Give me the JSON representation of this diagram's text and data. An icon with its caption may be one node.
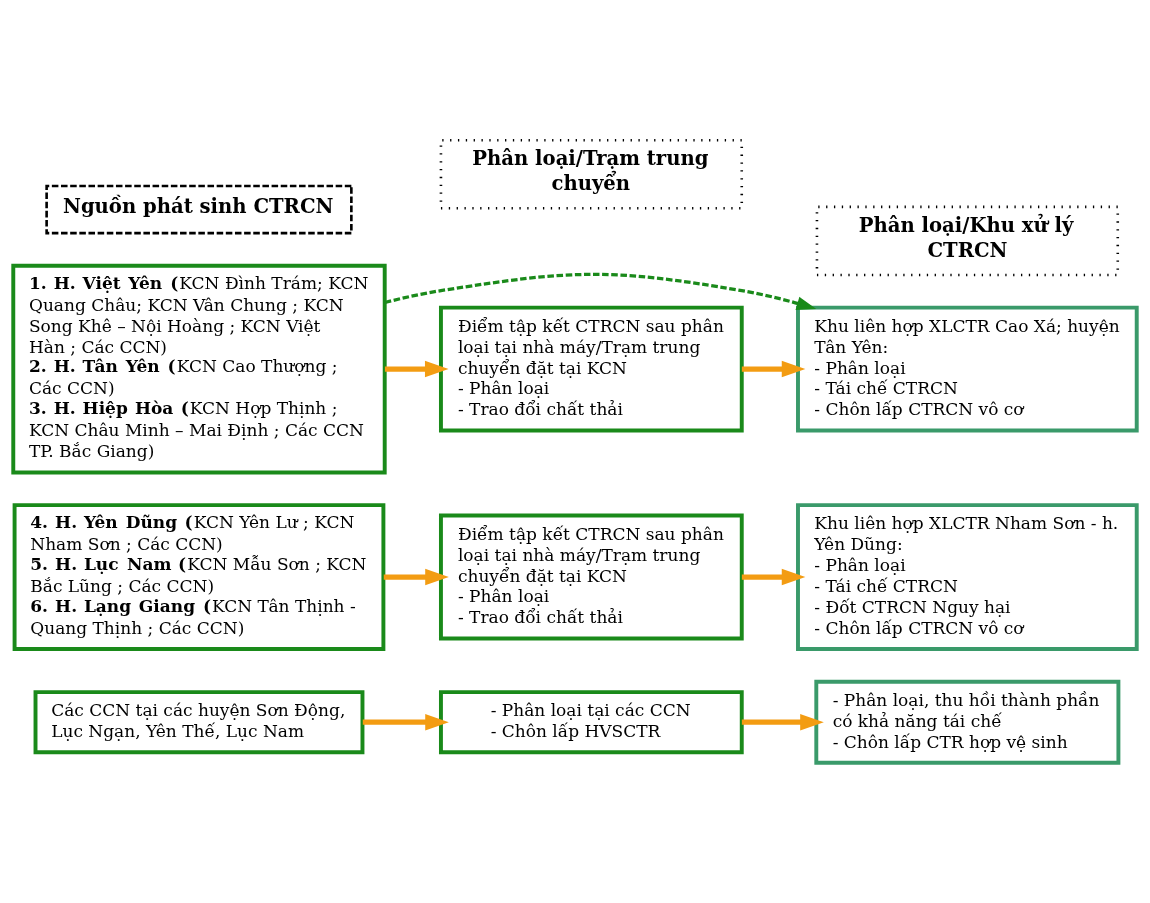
{
  "diagram": {
    "nodes": [
      {
        "text": [
          "Nguồn phát sinh CTRCN"
        ]
      },
      {
        "text": [
          "Phân loại/Trạm trung chuyển"
        ]
      },
      {
        "text": [
          "Phân loại/Khu xử lý CTRCN"
        ]
      },
      {
        "text": [
          "**1. H. Việt Yên (**KCN Đình Trám; KCN Quang Châu; KCN Vân Chung ; KCN Song Khê – Nội Hoàng ; KCN Việt Hàn ; Các CCN)",
          "**2. H. Tân Yên (**KCN Cao Thượng ; Các CCN)",
          "**3. H. Hiệp Hòa (**KCN Hợp Thịnh ; KCN Châu Minh – Mai Định ; Các CCN TP. Bắc Giang)"
        ]
      },
      {
        "text": [
          "Điểm tập kết CTRCN sau phân loại tại nhà máy/Trạm trung chuyển đặt tại KCN",
          "- Phân loại",
          "- Trao đổi chất thải"
        ]
      },
      {
        "text": [
          "Khu liên hợp XLCTR Cao Xá; huyện Tân Yên:",
          "- Phân loại",
          "- Tái chế CTRCN",
          "- Chôn lấp CTRCN vô cơ"
        ]
      },
      {
        "text": [
          "**4. H. Yên Dũng (**KCN Yên Lư ; KCN Nham Sơn ; Các CCN)",
          "**5. H. Lục Nam (**KCN Mẫu Sơn ; KCN Bắc Lũng ; Các CCN)",
          "**6. H. Lạng Giang (**KCN Tân Thịnh - Quang Thịnh ; Các CCN)"
        ]
      },
      {
        "text": [
          "Điểm tập kết CTRCN sau phân loại tại nhà máy/Trạm trung chuyển đặt tại KCN",
          "- Phân loại",
          "- Trao đổi chất thải"
        ]
      },
      {
        "text": [
          "Khu liên hợp XLCTR Nham Sơn - h. Yên Dũng:",
          "- Phân loại",
          "- Tái chế CTRCN",
          "- Đốt CTRCN Nguy hại",
          "- Chôn lấp CTRCN vô cơ"
        ]
      },
      {
        "text": [
          "Các CCN tại các huyện Sơn Động, Lục Ngạn, Yên Thế, Lục Nam"
        ]
      },
      {
        "text": [
          "- Phân loại tại các CCN",
          "- Chôn lấp HVSCTR"
        ]
      },
      {
        "text": [
          "- Phân loại, thu hồi thành phần có khả năng tái chế",
          "- Chôn lấp CTR hợp vệ sinh"
        ]
      }
    ],
    "edges": [
      {
        "from": 3,
        "to": 4,
        "arrow": "to"
      },
      {
        "from": 4,
        "to": 5,
        "arrow": "to"
      },
      {
        "from": 3,
        "to": 5,
        "arrow": "to",
        "style": "dashed",
        "color": "#1a8a1a"
      },
      {
        "from": 6,
        "to": 7,
        "arrow": "to"
      },
      {
        "from": 7,
        "to": 8,
        "arrow": "to"
      },
      {
        "from": 9,
        "to": 10,
        "arrow": "to"
      },
      {
        "from": 10,
        "to": 11,
        "arrow": "to"
      }
    ]
  }
}
